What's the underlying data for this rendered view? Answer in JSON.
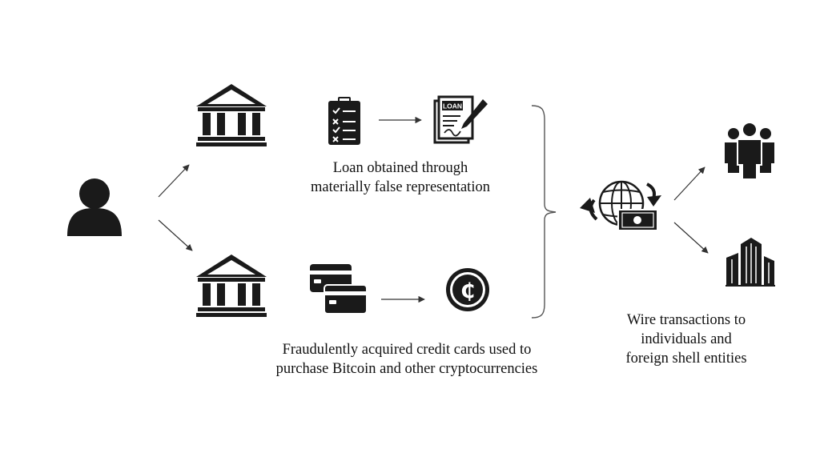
{
  "colors": {
    "ink": "#111111",
    "icon": "#1a1a1a",
    "line": "#333333",
    "bracket": "#555555",
    "background": "#ffffff"
  },
  "icons": {
    "person": "person-icon",
    "bank_top": "bank-icon",
    "bank_bottom": "bank-icon",
    "clipboard": "clipboard-checklist-icon",
    "loan_document": "loan-document-icon",
    "credit_cards": "credit-cards-icon",
    "crypto_coin": "cryptocurrency-coin-icon",
    "globe_money": "globe-money-transfer-icon",
    "people": "people-group-icon",
    "buildings": "buildings-icon"
  },
  "labels": {
    "loan_badge": "LOAN",
    "crypto_symbol": "₵",
    "loan_caption": [
      "Loan obtained through",
      "materially false representation"
    ],
    "credit_caption": [
      "Fraudulently acquired credit cards used to",
      "purchase Bitcoin and other cryptocurrencies"
    ],
    "wire_caption": [
      "Wire transactions to",
      "individuals and",
      "foreign shell entities"
    ]
  }
}
